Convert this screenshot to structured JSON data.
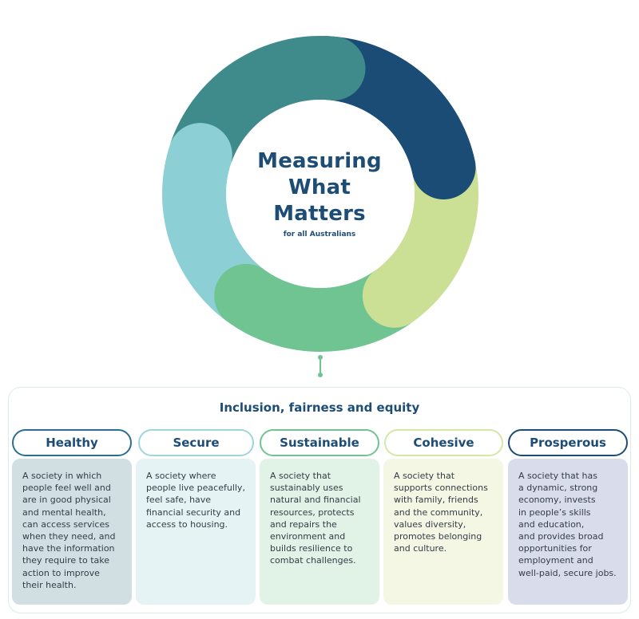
{
  "diagram": {
    "title": "Measuring What Matters",
    "title_lines": [
      "Measuring",
      "What",
      "Matters"
    ],
    "subtitle": "for all Australians",
    "band_label": "Inclusion, fairness and equity",
    "colors": {
      "dark_blue": "#1a4c75",
      "teal": "#3f8b8c",
      "light_blue": "#8ccfd5",
      "green": "#6fc492",
      "light_green": "#cbe094",
      "text_navy": "#1d4c75"
    },
    "segments": [
      "dark_blue",
      "light_green",
      "green",
      "light_blue",
      "teal"
    ],
    "pillars": [
      {
        "name": "Healthy",
        "description": "A society in which people feel well and are in good physical and mental health, can access services when they need, and have the information they require to take action to improve their health.",
        "lines": [
          "A society in which",
          "people feel well and",
          "are in good physical",
          "and mental health,",
          "can access services",
          "when they need, and",
          "have the information",
          "they require to take",
          "action to improve",
          "their health."
        ],
        "border_color": "#2a6f90",
        "card_color": "#d2dfe2"
      },
      {
        "name": "Secure",
        "description": "A society where people live peacefully, feel safe, have financial security and access to housing.",
        "lines": [
          "A society where",
          "people live peacefully,",
          "feel safe, have",
          "financial security and",
          "access to housing."
        ],
        "border_color": "#9fd6dc",
        "card_color": "#e6f3f5"
      },
      {
        "name": "Sustainable",
        "description": "A society that sustainably uses natural and financial resources, protects and repairs the environment and builds resilience to combat challenges.",
        "lines": [
          "A society that",
          "sustainably uses",
          "natural and financial",
          "resources, protects",
          "and repairs the",
          "environment and",
          "builds resilience to",
          "combat challenges."
        ],
        "border_color": "#6fc492",
        "card_color": "#e1f2e7"
      },
      {
        "name": "Cohesive",
        "description": "A society that supports connections with family, friends and the community, values diversity, promotes belonging and culture.",
        "lines": [
          "A society that",
          "supports connections",
          "with family, friends",
          "and the community,",
          "values diversity,",
          "promotes belonging",
          "and culture."
        ],
        "border_color": "#d6e6a6",
        "card_color": "#f3f7e3"
      },
      {
        "name": "Prosperous",
        "description": "A society that has a dynamic, strong economy, invests in people's skills and education, and provides broad opportunities for employment and well-paid, secure jobs.",
        "lines": [
          "A society that has",
          "a dynamic, strong",
          "economy, invests",
          "in people’s skills",
          "and education,",
          "and provides broad",
          "opportunities for",
          "employment and",
          "well-paid, secure jobs."
        ],
        "border_color": "#1d4c75",
        "card_color": "#d9dceb"
      }
    ]
  }
}
